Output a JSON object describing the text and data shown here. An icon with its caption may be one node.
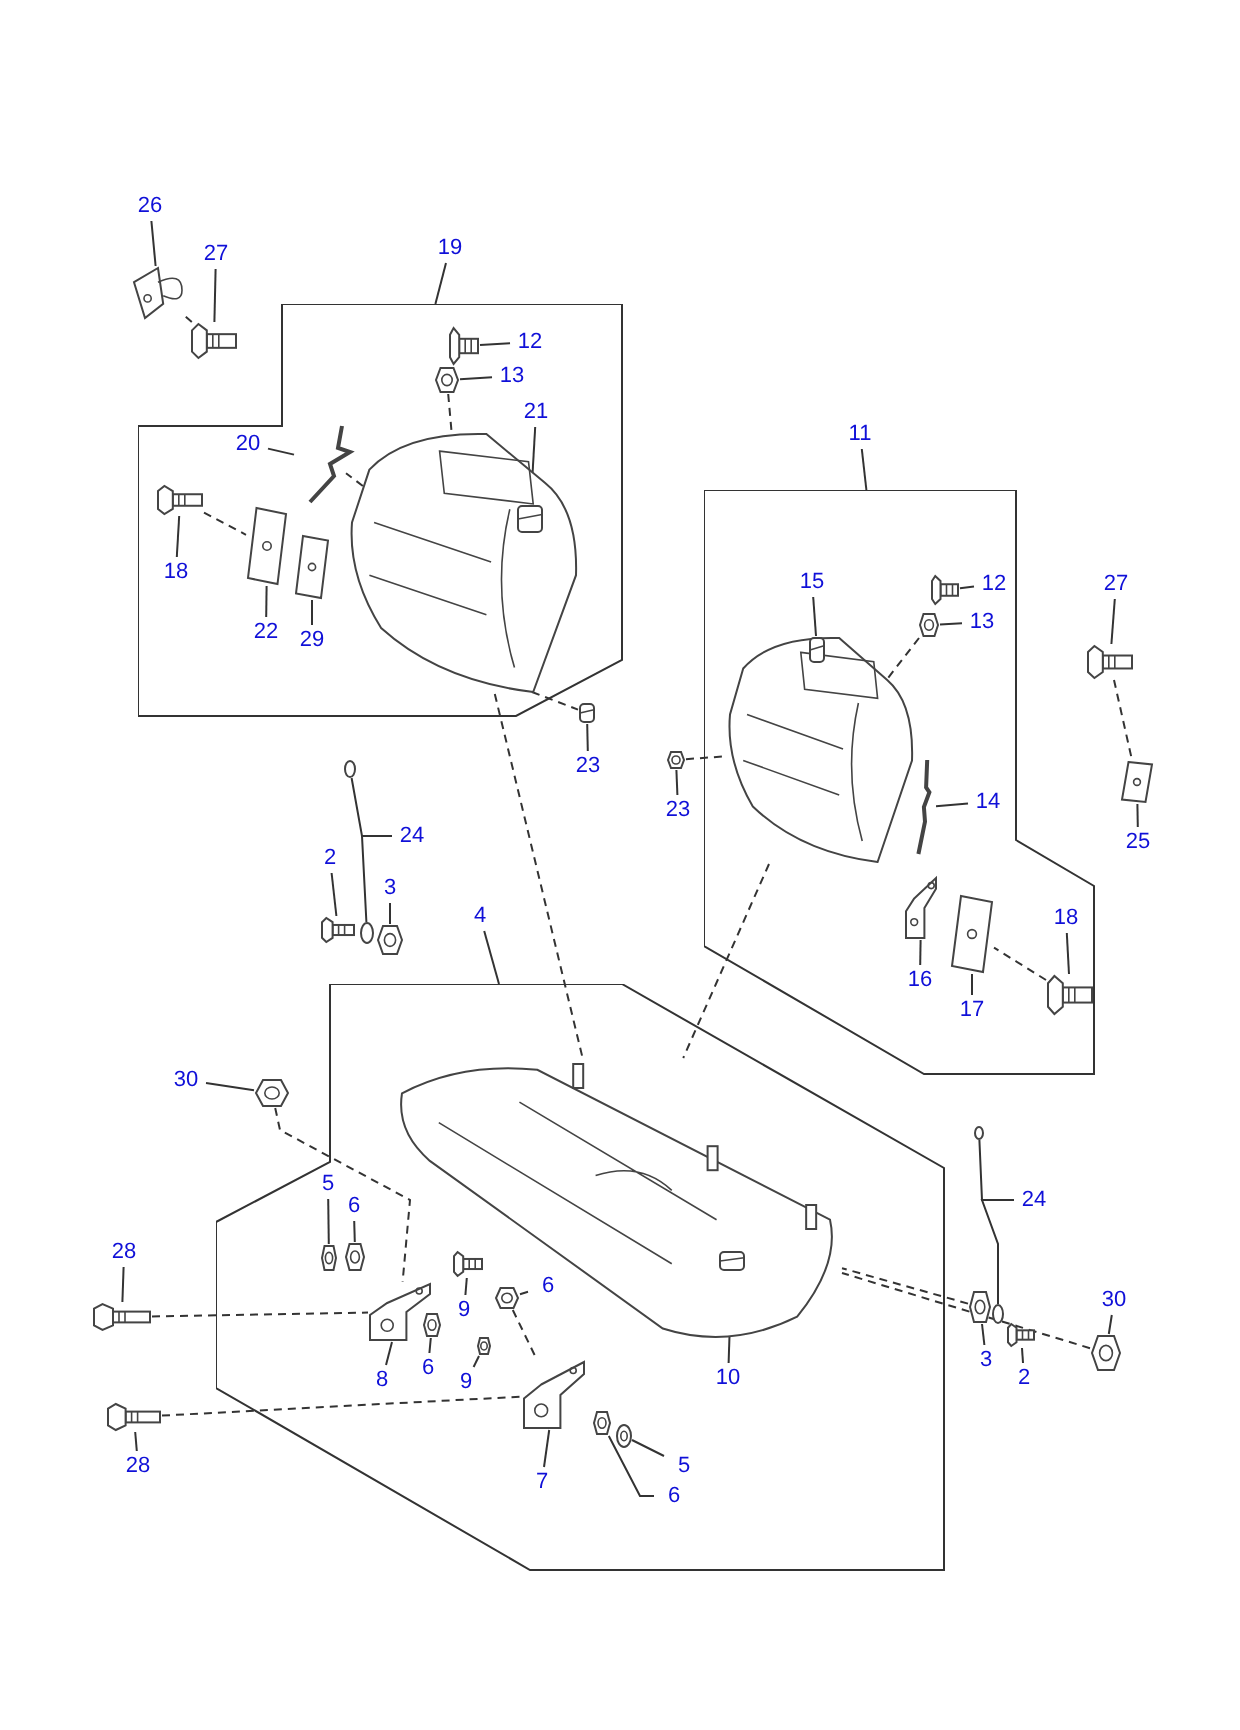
{
  "diagram": {
    "nodes": [
      {
        "text": [
          "26"
        ]
      },
      {
        "text": [],
        "shape": "picture"
      },
      {
        "text": [
          "27"
        ]
      },
      {
        "text": [],
        "shape": "picture"
      },
      {
        "text": [
          "19"
        ]
      },
      {
        "text": [],
        "shape": "box"
      },
      {
        "text": [
          "12"
        ],
        "in": 5
      },
      {
        "text": [],
        "shape": "picture",
        "in": 5
      },
      {
        "text": [
          "13"
        ],
        "in": 5
      },
      {
        "text": [],
        "shape": "picture",
        "in": 5
      },
      {
        "text": [
          "20"
        ],
        "in": 5
      },
      {
        "text": [],
        "shape": "picture",
        "in": 5
      },
      {
        "text": [
          "21"
        ],
        "in": 5
      },
      {
        "text": [],
        "shape": "picture",
        "in": 14
      },
      {
        "text": [],
        "shape": "picture",
        "in": 5
      },
      {
        "text": [
          "18"
        ],
        "in": 5
      },
      {
        "text": [],
        "shape": "picture",
        "in": 5
      },
      {
        "text": [
          "22"
        ],
        "in": 5
      },
      {
        "text": [],
        "shape": "picture",
        "in": 5
      },
      {
        "text": [
          "29"
        ],
        "in": 5
      },
      {
        "text": [],
        "shape": "picture",
        "in": 5
      },
      {
        "text": [
          "23"
        ]
      },
      {
        "text": [],
        "shape": "picture"
      },
      {
        "text": [
          "11"
        ]
      },
      {
        "text": [],
        "shape": "box"
      },
      {
        "text": [
          "15"
        ],
        "in": 24
      },
      {
        "text": [],
        "shape": "picture",
        "in": 39
      },
      {
        "text": [
          "12"
        ],
        "in": 24
      },
      {
        "text": [],
        "shape": "picture",
        "in": 24
      },
      {
        "text": [
          "13"
        ],
        "in": 24
      },
      {
        "text": [],
        "shape": "picture",
        "in": 24
      },
      {
        "text": [
          "27"
        ]
      },
      {
        "text": [],
        "shape": "picture"
      },
      {
        "text": [
          "25"
        ]
      },
      {
        "text": [],
        "shape": "picture"
      },
      {
        "text": [
          "14"
        ],
        "in": 24
      },
      {
        "text": [],
        "shape": "picture",
        "in": 24
      },
      {
        "text": [
          "23"
        ]
      },
      {
        "text": [],
        "shape": "picture"
      },
      {
        "text": [],
        "shape": "picture",
        "in": 24
      },
      {
        "text": [
          "16"
        ],
        "in": 24
      },
      {
        "text": [],
        "shape": "picture",
        "in": 24
      },
      {
        "text": [
          "17"
        ],
        "in": 24
      },
      {
        "text": [],
        "shape": "picture",
        "in": 24
      },
      {
        "text": [
          "18"
        ],
        "in": 24
      },
      {
        "text": [],
        "shape": "picture",
        "in": 24
      },
      {
        "text": [
          "24"
        ]
      },
      {
        "text": [],
        "shape": "circle"
      },
      {
        "text": [
          "2"
        ]
      },
      {
        "text": [],
        "shape": "picture"
      },
      {
        "text": [
          "3"
        ]
      },
      {
        "text": [],
        "shape": "picture"
      },
      {
        "text": [],
        "shape": "circle"
      },
      {
        "text": [
          "4"
        ]
      },
      {
        "text": [],
        "shape": "box"
      },
      {
        "text": [],
        "shape": "picture",
        "in": 54
      },
      {
        "text": [
          "30"
        ]
      },
      {
        "text": [],
        "shape": "picture"
      },
      {
        "text": [
          "5"
        ],
        "in": 54
      },
      {
        "text": [],
        "shape": "picture",
        "in": 54
      },
      {
        "text": [
          "6"
        ],
        "in": 54
      },
      {
        "text": [],
        "shape": "picture",
        "in": 54
      },
      {
        "text": [
          "28"
        ]
      },
      {
        "text": [],
        "shape": "picture"
      },
      {
        "text": [
          "9"
        ],
        "in": 54
      },
      {
        "text": [],
        "shape": "picture",
        "in": 54
      },
      {
        "text": [
          "6"
        ],
        "in": 54
      },
      {
        "text": [],
        "shape": "picture",
        "in": 54
      },
      {
        "text": [
          "8"
        ],
        "in": 54
      },
      {
        "text": [],
        "shape": "picture",
        "in": 54
      },
      {
        "text": [
          "6"
        ],
        "in": 54
      },
      {
        "text": [],
        "shape": "picture",
        "in": 54
      },
      {
        "text": [
          "9"
        ],
        "in": 54
      },
      {
        "text": [],
        "shape": "picture",
        "in": 54
      },
      {
        "text": [
          "10"
        ],
        "in": 54
      },
      {
        "text": [],
        "shape": "picture",
        "in": 55
      },
      {
        "text": [
          "24"
        ]
      },
      {
        "text": [],
        "shape": "circle"
      },
      {
        "text": [
          "3"
        ]
      },
      {
        "text": [],
        "shape": "picture"
      },
      {
        "text": [
          "2"
        ]
      },
      {
        "text": [],
        "shape": "picture"
      },
      {
        "text": [],
        "shape": "circle"
      },
      {
        "text": [
          "30"
        ]
      },
      {
        "text": [],
        "shape": "picture"
      },
      {
        "text": [
          "7"
        ],
        "in": 54
      },
      {
        "text": [],
        "shape": "picture",
        "in": 54
      },
      {
        "text": [
          "28"
        ]
      },
      {
        "text": [],
        "shape": "picture"
      },
      {
        "text": [
          "5"
        ],
        "in": 54
      },
      {
        "text": [],
        "shape": "picture",
        "in": 54
      },
      {
        "text": [
          "6"
        ],
        "in": 54
      },
      {
        "text": [],
        "shape": "picture",
        "in": 54
      }
    ],
    "edges": [
      {
        "from": 0,
        "to": 1,
        "arrow": "none"
      },
      {
        "from": 2,
        "to": 3,
        "arrow": "none"
      },
      {
        "from": 4,
        "to": 5,
        "arrow": "none"
      },
      {
        "from": 6,
        "to": 7,
        "arrow": "none"
      },
      {
        "from": 8,
        "to": 9,
        "arrow": "none"
      },
      {
        "from": 10,
        "to": 11,
        "arrow": "none"
      },
      {
        "from": 12,
        "to": 13,
        "arrow": "none"
      },
      {
        "from": 15,
        "to": 16,
        "arrow": "none"
      },
      {
        "from": 17,
        "to": 18,
        "arrow": "none"
      },
      {
        "from": 19,
        "to": 20,
        "arrow": "none"
      },
      {
        "from": 21,
        "to": 22,
        "arrow": "none"
      },
      {
        "from": 23,
        "to": 24,
        "arrow": "none"
      },
      {
        "from": 25,
        "to": 26,
        "arrow": "none"
      },
      {
        "from": 27,
        "to": 28,
        "arrow": "none"
      },
      {
        "from": 29,
        "to": 30,
        "arrow": "none"
      },
      {
        "from": 31,
        "to": 32,
        "arrow": "none"
      },
      {
        "from": 33,
        "to": 34,
        "arrow": "none"
      },
      {
        "from": 35,
        "to": 36,
        "arrow": "none"
      },
      {
        "from": 37,
        "to": 38,
        "arrow": "none"
      },
      {
        "from": 40,
        "to": 41,
        "arrow": "none"
      },
      {
        "from": 42,
        "to": 43,
        "arrow": "none"
      },
      {
        "from": 44,
        "to": 45,
        "arrow": "none"
      },
      {
        "from": 46,
        "to": 47,
        "arrow": "none"
      },
      {
        "from": 46,
        "to": 52,
        "arrow": "none"
      },
      {
        "from": 48,
        "to": 49,
        "arrow": "none"
      },
      {
        "from": 50,
        "to": 51,
        "arrow": "none"
      },
      {
        "from": 53,
        "to": 54,
        "arrow": "none"
      },
      {
        "from": 56,
        "to": 57,
        "arrow": "none"
      },
      {
        "from": 58,
        "to": 59,
        "arrow": "none"
      },
      {
        "from": 60,
        "to": 61,
        "arrow": "none"
      },
      {
        "from": 62,
        "to": 63,
        "arrow": "none"
      },
      {
        "from": 64,
        "to": 65,
        "arrow": "none"
      },
      {
        "from": 66,
        "to": 67,
        "arrow": "none"
      },
      {
        "from": 68,
        "to": 69,
        "arrow": "none"
      },
      {
        "from": 70,
        "to": 71,
        "arrow": "none"
      },
      {
        "from": 72,
        "to": 73,
        "arrow": "none"
      },
      {
        "from": 74,
        "to": 75,
        "arrow": "none"
      },
      {
        "from": 76,
        "to": 77,
        "arrow": "none"
      },
      {
        "from": 76,
        "to": 82,
        "arrow": "none"
      },
      {
        "from": 78,
        "to": 79,
        "arrow": "none"
      },
      {
        "from": 80,
        "to": 81,
        "arrow": "none"
      },
      {
        "from": 83,
        "to": 84,
        "arrow": "none"
      },
      {
        "from": 85,
        "to": 86,
        "arrow": "none"
      },
      {
        "from": 87,
        "to": 88,
        "arrow": "none"
      },
      {
        "from": 89,
        "to": 90,
        "arrow": "none"
      },
      {
        "from": 91,
        "to": 92,
        "arrow": "none"
      },
      {
        "from": 3,
        "to": 1,
        "arrow": "none",
        "style": "dashed"
      },
      {
        "from": 9,
        "to": 14,
        "arrow": "none",
        "style": "dashed"
      },
      {
        "from": 16,
        "to": 18,
        "arrow": "none",
        "style": "dashed"
      },
      {
        "from": 11,
        "to": 14,
        "arrow": "none",
        "style": "dashed"
      },
      {
        "from": 14,
        "to": 22,
        "arrow": "none",
        "style": "dashed"
      },
      {
        "from": 14,
        "to": 55,
        "arrow": "none",
        "style": "dashed"
      },
      {
        "from": 38,
        "to": 39,
        "arrow": "none",
        "style": "dashed"
      },
      {
        "from": 30,
        "to": 39,
        "arrow": "none",
        "style": "dashed"
      },
      {
        "from": 32,
        "to": 34,
        "arrow": "none",
        "style": "dashed"
      },
      {
        "from": 45,
        "to": 43,
        "arrow": "none",
        "style": "dashed"
      },
      {
        "from": 39,
        "to": 55,
        "arrow": "none",
        "style": "dashed"
      },
      {
        "from": 57,
        "to": 69,
        "arrow": "none",
        "style": "dashed"
      },
      {
        "from": 63,
        "to": 69,
        "arrow": "none",
        "style": "dashed"
      },
      {
        "from": 88,
        "to": 86,
        "arrow": "none",
        "style": "dashed"
      },
      {
        "from": 67,
        "to": 86,
        "arrow": "none",
        "style": "dashed"
      },
      {
        "from": 79,
        "to": 55,
        "arrow": "none",
        "style": "dashed"
      },
      {
        "from": 84,
        "to": 55,
        "arrow": "none",
        "style": "dashed"
      }
    ]
  }
}
